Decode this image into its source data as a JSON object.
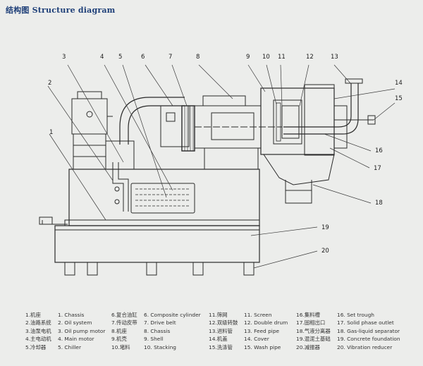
{
  "title": "结构图 Structure diagram",
  "callout_numbers": [
    "1",
    "2",
    "3",
    "4",
    "5",
    "6",
    "7",
    "8",
    "9",
    "10",
    "11",
    "12",
    "13",
    "14",
    "15",
    "16",
    "17",
    "18",
    "19",
    "20"
  ],
  "legend_columns": [
    {
      "zh": [
        "1.机座",
        "2.油路系统",
        "3.油泵电机",
        "4.主电动机",
        "5.冷却器"
      ],
      "en": [
        "1. Chassis",
        "2. Oil system",
        "3. Oil pump motor",
        "4. Main motor",
        "5. Chiller"
      ]
    },
    {
      "zh": [
        "6.复合油缸",
        "7.传动皮带",
        "8.机座",
        "9.机壳",
        "10.堵料"
      ],
      "en": [
        "6. Composite cylinder",
        "7. Drive belt",
        "8. Chassis",
        "9. Shell",
        "10. Stacking"
      ]
    },
    {
      "zh": [
        "11.筛网",
        "12.双级转鼓",
        "13.进料管",
        "14.机盖",
        "15.洗涤管"
      ],
      "en": [
        "11. Screen",
        "12. Double drum",
        "13. Feed pipe",
        "14. Cover",
        "15. Wash pipe"
      ]
    },
    {
      "zh": [
        "16.集料槽",
        "17.固相出口",
        "18.气液分离器",
        "19.混泥土基础",
        "20.减振器"
      ],
      "en": [
        "16. Set trough",
        "17. Solid phase outlet",
        "18. Gas-liquid separator",
        "19. Concrete foundation",
        "20. Vibration reducer"
      ]
    }
  ]
}
